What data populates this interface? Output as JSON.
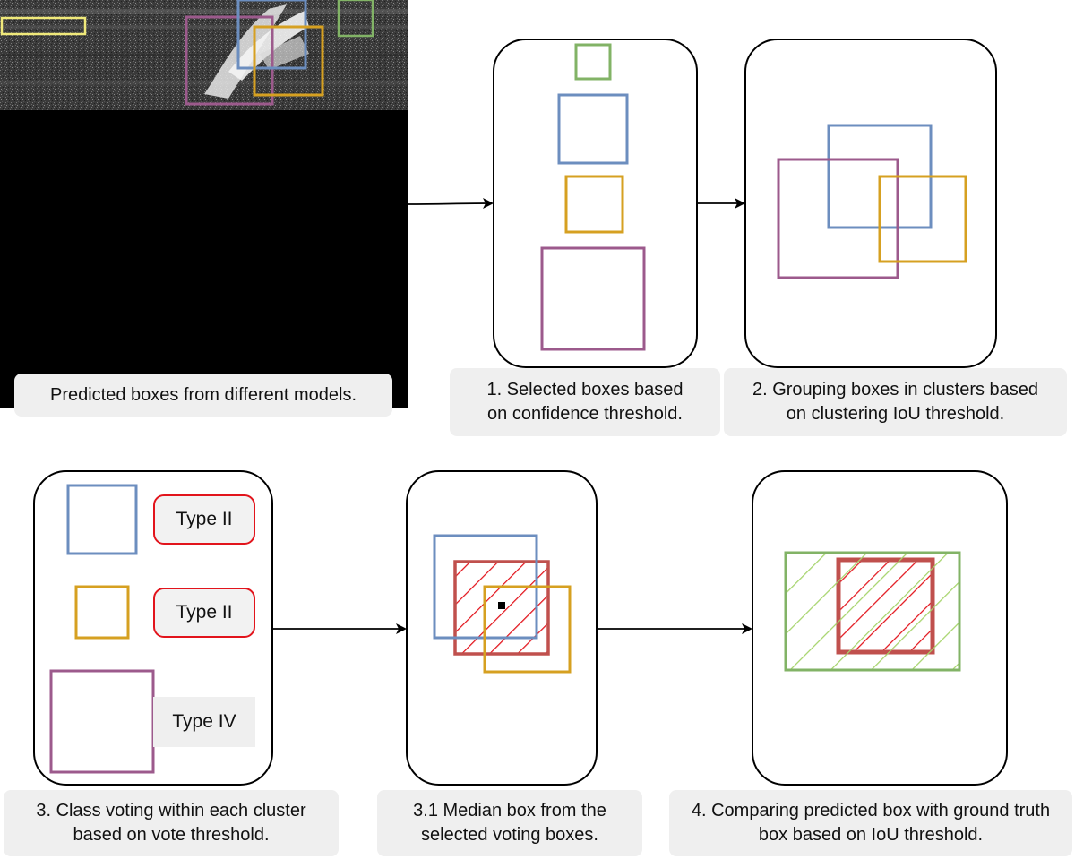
{
  "colors": {
    "blue": "#6c8ebf",
    "orange": "#d6a021",
    "purple": "#9c5a8c",
    "green": "#82b366",
    "yellow": "#f0e97a",
    "red": "#e2141c",
    "median_red": "#c0504d",
    "hatch_green": "#a6d46c"
  },
  "captions": {
    "step0": "Predicted boxes from different models.",
    "step1": "1. Selected boxes based on confidence threshold.",
    "step2": "2. Grouping boxes in clusters based on clustering IoU threshold.",
    "step3": "3. Class voting within each cluster based on vote threshold.",
    "step31": "3.1 Median box from the selected voting boxes.",
    "step4": "4. Comparing predicted box with ground truth box based on IoU threshold."
  },
  "votes": {
    "blue": "Type II",
    "orange": "Type II",
    "purple": "Type IV"
  }
}
